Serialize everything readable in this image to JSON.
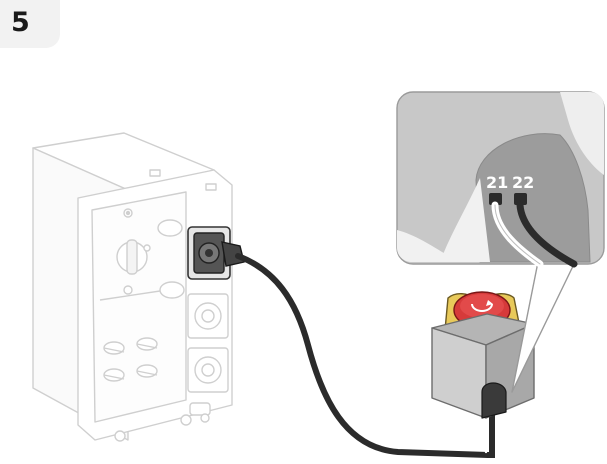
{
  "step": {
    "number": "5"
  },
  "illustration": {
    "terminals": [
      "21",
      "22"
    ],
    "icons": [
      "control-unit-icon",
      "power-connector-icon",
      "emergency-stop-switch-icon",
      "cable-icon"
    ]
  }
}
